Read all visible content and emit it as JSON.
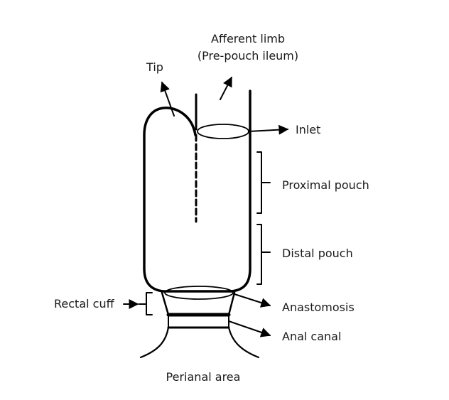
{
  "labels": {
    "afferent_limb": "Afferent limb",
    "pre_pouch_ileum": "(Pre-pouch ileum)",
    "tip": "Tip",
    "inlet": "Inlet",
    "proximal_pouch": "Proximal pouch",
    "distal_pouch": "Distal pouch",
    "rectal_cuff": "Rectal cuff",
    "anastomosis": "Anastomosis",
    "anal_canal": "Anal canal",
    "perianal_area": "Perianal area"
  },
  "colors": {
    "line": "#000000",
    "text": "#1a1a1a",
    "background": "#ffffff"
  }
}
